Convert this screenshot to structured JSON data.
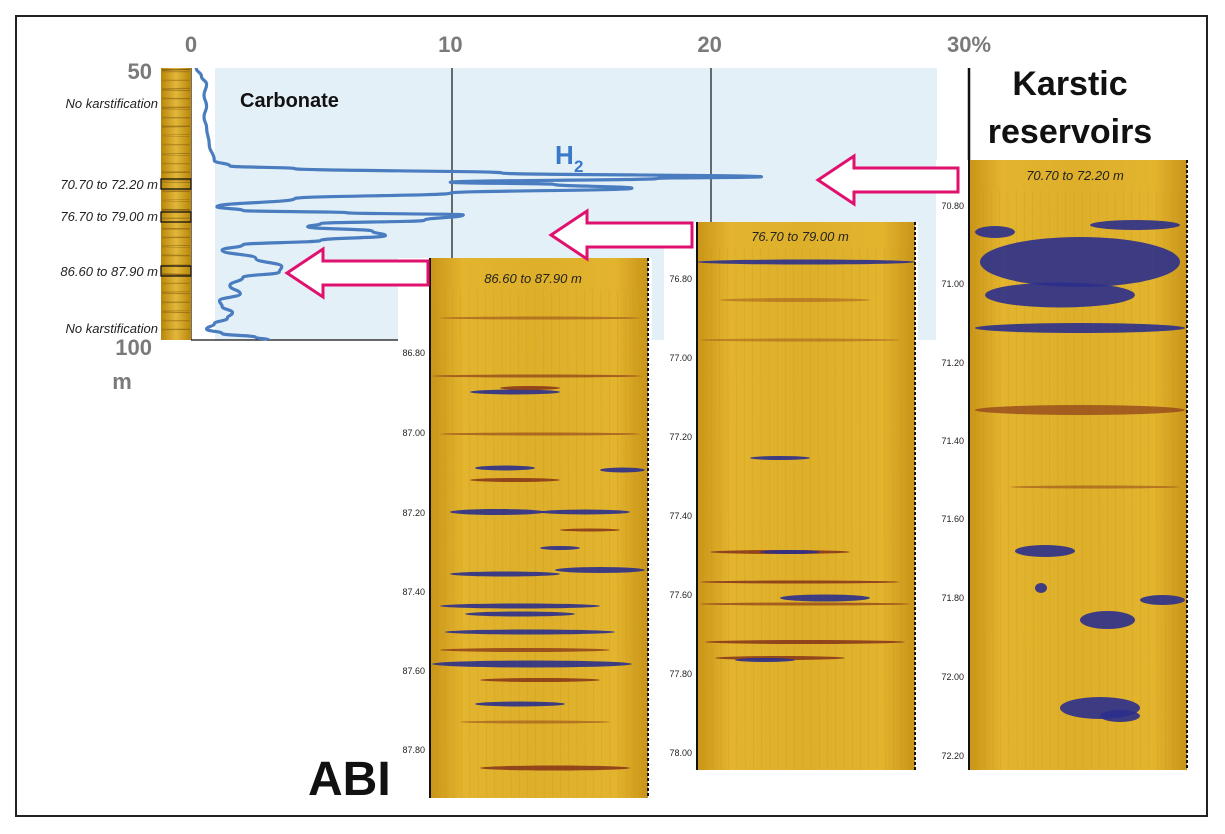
{
  "chart_data": {
    "type": "line",
    "title": "",
    "xlabel": "",
    "ylabel": "",
    "x_ticks": [
      "0",
      "10",
      "20",
      "30%"
    ],
    "xlim": [
      0,
      30
    ],
    "y_ticks": [
      "50",
      "100"
    ],
    "y_unit": "m",
    "ylim": [
      50,
      100
    ],
    "region_label": "Carbonate",
    "series": [
      {
        "name": "H₂",
        "color": "#4a7cc0",
        "points": [
          {
            "h2": 0.2,
            "depth": 50.0
          },
          {
            "h2": 0.4,
            "depth": 51.5
          },
          {
            "h2": 0.6,
            "depth": 53.0
          },
          {
            "h2": 0.5,
            "depth": 55.0
          },
          {
            "h2": 0.6,
            "depth": 57.0
          },
          {
            "h2": 0.5,
            "depth": 59.0
          },
          {
            "h2": 0.6,
            "depth": 61.0
          },
          {
            "h2": 0.7,
            "depth": 64.0
          },
          {
            "h2": 0.9,
            "depth": 67.0
          },
          {
            "h2": 1.5,
            "depth": 68.0
          },
          {
            "h2": 4.0,
            "depth": 68.5
          },
          {
            "h2": 12.0,
            "depth": 69.3
          },
          {
            "h2": 22.0,
            "depth": 70.0
          },
          {
            "h2": 18.0,
            "depth": 70.3
          },
          {
            "h2": 10.0,
            "depth": 71.0
          },
          {
            "h2": 14.0,
            "depth": 71.4
          },
          {
            "h2": 17.0,
            "depth": 72.1
          },
          {
            "h2": 10.0,
            "depth": 73.0
          },
          {
            "h2": 4.0,
            "depth": 74.0
          },
          {
            "h2": 1.0,
            "depth": 75.5
          },
          {
            "h2": 2.0,
            "depth": 76.2
          },
          {
            "h2": 6.0,
            "depth": 76.6
          },
          {
            "h2": 10.5,
            "depth": 77.0
          },
          {
            "h2": 9.0,
            "depth": 78.0
          },
          {
            "h2": 5.0,
            "depth": 78.6
          },
          {
            "h2": 4.5,
            "depth": 79.2
          },
          {
            "h2": 7.0,
            "depth": 80.0
          },
          {
            "h2": 7.5,
            "depth": 80.8
          },
          {
            "h2": 5.0,
            "depth": 81.7
          },
          {
            "h2": 2.0,
            "depth": 82.5
          },
          {
            "h2": 1.2,
            "depth": 83.5
          },
          {
            "h2": 2.5,
            "depth": 85.0
          },
          {
            "h2": 3.5,
            "depth": 86.5
          },
          {
            "h2": 3.4,
            "depth": 87.5
          },
          {
            "h2": 2.0,
            "depth": 88.5
          },
          {
            "h2": 1.5,
            "depth": 90.0
          },
          {
            "h2": 1.9,
            "depth": 91.5
          },
          {
            "h2": 1.1,
            "depth": 92.8
          },
          {
            "h2": 1.2,
            "depth": 93.8
          },
          {
            "h2": 1.6,
            "depth": 95.0
          },
          {
            "h2": 1.4,
            "depth": 96.0
          },
          {
            "h2": 0.9,
            "depth": 97.0
          },
          {
            "h2": 0.6,
            "depth": 98.0
          },
          {
            "h2": 1.2,
            "depth": 98.8
          },
          {
            "h2": 2.5,
            "depth": 99.5
          },
          {
            "h2": 3.0,
            "depth": 100.0
          }
        ]
      }
    ]
  },
  "core_log": {
    "labels": [
      "No karstification",
      "70.70 to 72.20 m",
      "76.70 to 79.00 m",
      "86.60 to 87.90 m",
      "No karstification"
    ]
  },
  "figure_labels": {
    "h2_label": "H",
    "h2_subscript": "2",
    "abi": "ABI",
    "karstic_line1": "Karstic",
    "karstic_line2": "reservoirs"
  },
  "panels": [
    {
      "title": "86.60 to 87.90 m",
      "ticks": [
        "86.80",
        "87.00",
        "87.20",
        "87.40",
        "87.60",
        "87.80"
      ]
    },
    {
      "title": "76.70 to 79.00 m",
      "ticks": [
        "76.80",
        "77.00",
        "77.20",
        "77.40",
        "77.60",
        "77.80",
        "78.00"
      ]
    },
    {
      "title": "70.70 to 72.20 m",
      "ticks": [
        "70.80",
        "71.00",
        "71.20",
        "71.40",
        "71.60",
        "71.80",
        "72.00",
        "72.20"
      ]
    }
  ],
  "colors": {
    "accent_line": "#4a7cc0",
    "arrow": "#e0106e",
    "carbonate_fill": "#e4f0f8",
    "image_base": "#d9a820",
    "vug_blue": "#2b2f8c",
    "streak_brown": "#8a3a1a"
  }
}
